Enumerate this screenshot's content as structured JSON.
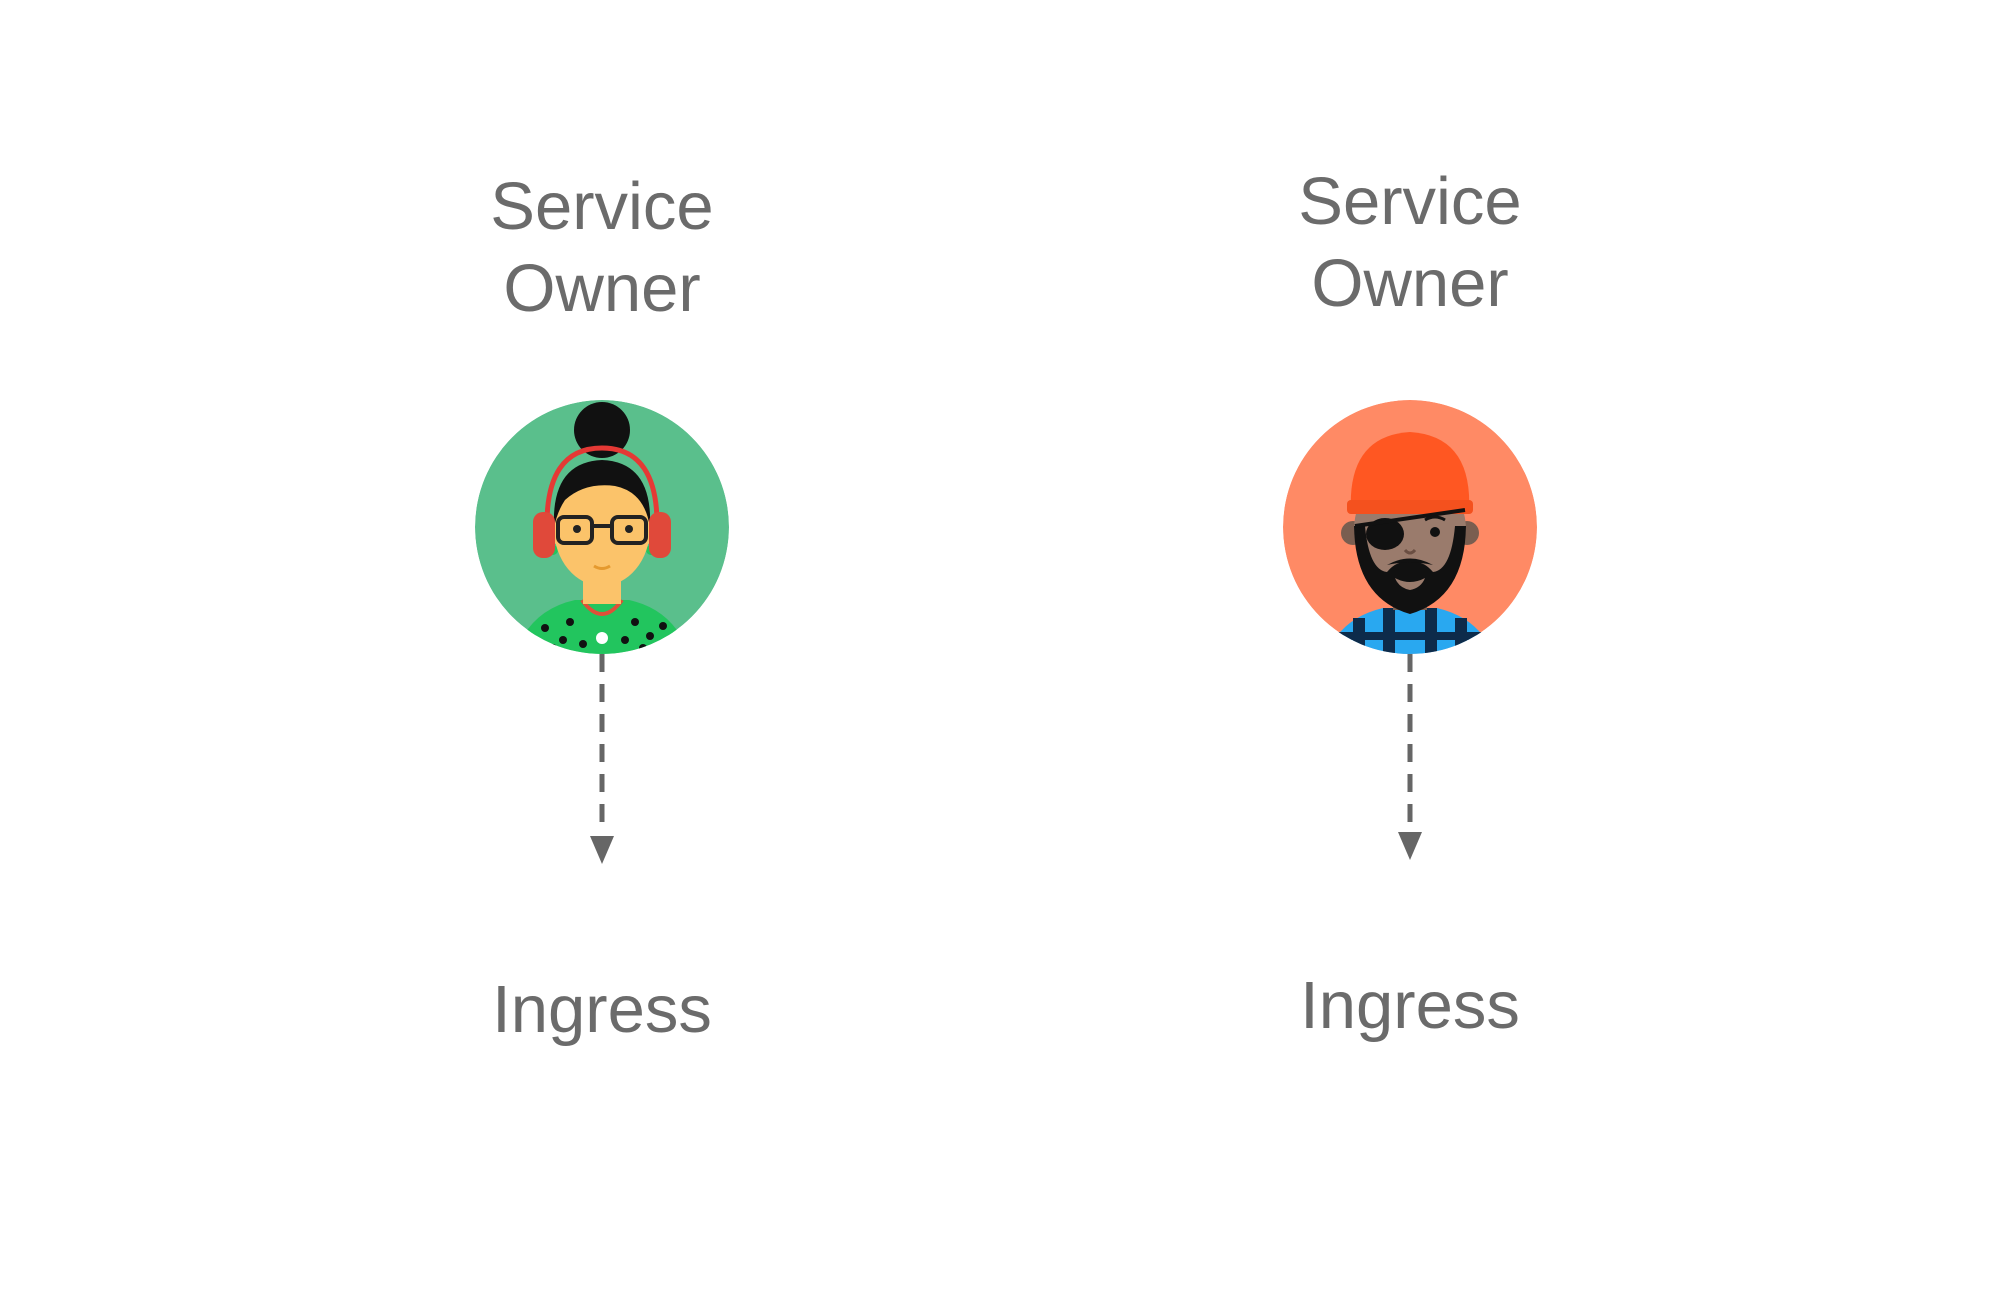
{
  "colors": {
    "text": "#6b6b6b",
    "arrow": "#666666",
    "avatar_left_bg": "#5ABF8C",
    "avatar_right_bg": "#FF8A65"
  },
  "columns": [
    {
      "title_line1": "Service",
      "title_line2": "Owner",
      "avatar_icon": "woman-with-headphones-avatar-icon",
      "arrow_icon": "dashed-down-arrow-icon",
      "target_label": "Ingress"
    },
    {
      "title_line1": "Service",
      "title_line2": "Owner",
      "avatar_icon": "man-with-eyepatch-and-cap-avatar-icon",
      "arrow_icon": "dashed-down-arrow-icon",
      "target_label": "Ingress"
    }
  ]
}
